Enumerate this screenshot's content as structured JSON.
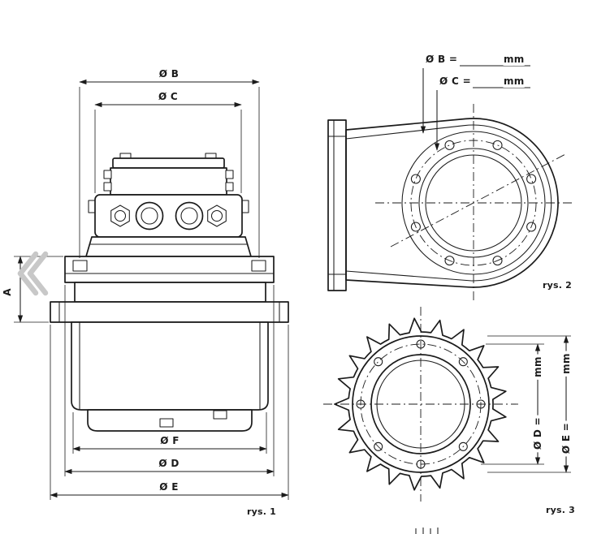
{
  "colors": {
    "line": "#1b1b1b",
    "chevron": "#c8c8c8",
    "background": "#ffffff"
  },
  "figure1": {
    "caption": "rys. 1",
    "dim_b": "Ø B",
    "dim_c": "Ø C",
    "dim_a": "A",
    "dim_f": "Ø F",
    "dim_d": "Ø D",
    "dim_e": "Ø E"
  },
  "figure2": {
    "caption": "rys. 2",
    "dim_b_label": "Ø B =",
    "dim_b_unit": "mm",
    "dim_c_label": "Ø C =",
    "dim_c_unit": "mm"
  },
  "figure3": {
    "caption": "rys. 3",
    "dim_d_label": "Ø D =",
    "dim_d_unit": "mm",
    "dim_e_label": "Ø E =",
    "dim_e_unit": "mm"
  }
}
